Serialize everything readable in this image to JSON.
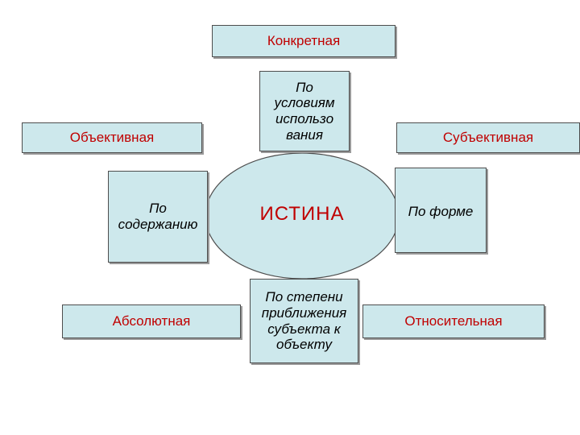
{
  "diagram": {
    "center": "ИСТИНА",
    "nodes": {
      "concrete": "Конкретная",
      "objective": "Объективная",
      "subjective": "Субъективная",
      "absolute": "Абсолютная",
      "relative": "Относительная",
      "by_conditions": "По условиям использо вания",
      "by_content": "По содержанию",
      "by_form": "По форме",
      "by_degree": "По степени приближения субъекта к объекту"
    },
    "colors": {
      "box_fill": "#cde8ec",
      "ellipse_fill": "#cde8ec",
      "accent_text": "#c00000",
      "border": "#4d4d4d"
    }
  }
}
